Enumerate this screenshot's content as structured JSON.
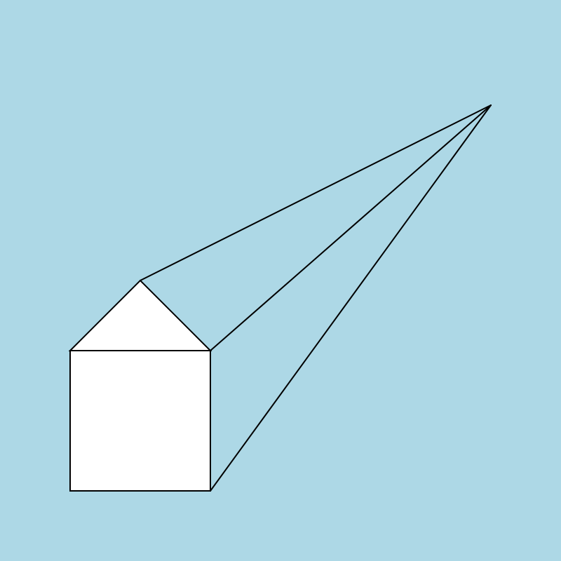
{
  "diagram": {
    "subject": "house-perspective-drawing",
    "colors": {
      "background": "#add8e6",
      "house_fill": "#ffffff",
      "stroke": "#000000"
    },
    "house": {
      "parts": [
        "wall",
        "roof"
      ]
    },
    "vanishing_point": {
      "converging_lines": 3
    }
  }
}
